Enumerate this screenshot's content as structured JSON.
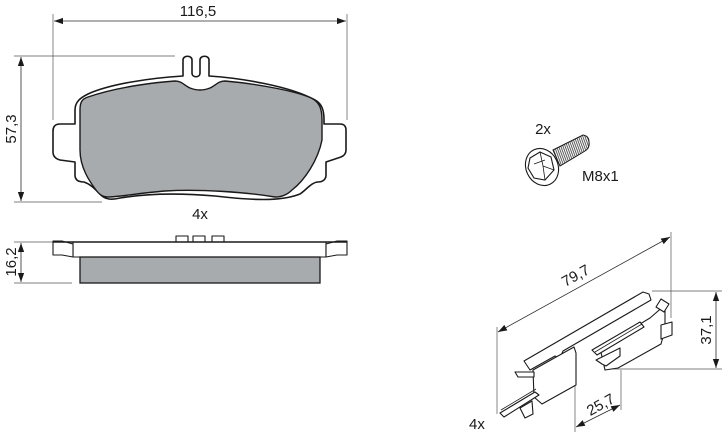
{
  "drawing": {
    "pad_front_view": {
      "width_label": "116,5",
      "height_label": "57,3",
      "quantity_label": "4x"
    },
    "pad_side_view": {
      "thickness_label": "16,2"
    },
    "bolt": {
      "quantity_label": "2x",
      "thread_label": "M8x1"
    },
    "clip": {
      "length_label": "79,7",
      "height_label": "37,1",
      "width_label": "25,7",
      "quantity_label": "4x"
    },
    "colors": {
      "friction_material": "#a7abae",
      "outline": "#1a1a1a",
      "background": "#ffffff"
    }
  }
}
